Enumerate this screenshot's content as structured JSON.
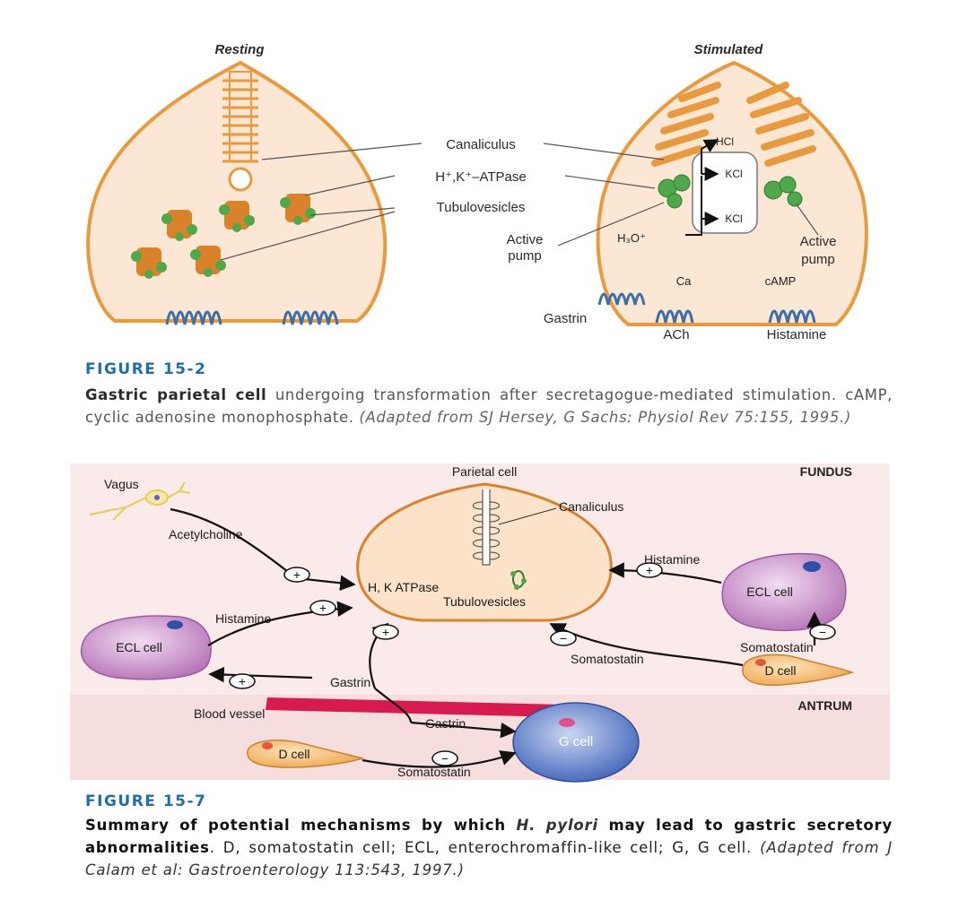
{
  "fig1": {
    "resting_title": "Resting",
    "stimulated_title": "Stimulated",
    "labels": {
      "canaliculus": "Canaliculus",
      "atpase": "H⁺,K⁺–ATPase",
      "tubulovesicles": "Tubulovesicles",
      "active": "Active",
      "pump": "pump",
      "active_r": "Active",
      "pump_r": "pump",
      "hcl_top": "HCl",
      "kcl_1": "KCl",
      "kcl_2": "KCl",
      "h3o": "H₃O⁺",
      "ca": "Ca",
      "camp": "cAMP",
      "gastrin": "Gastrin",
      "ach": "ACh",
      "histamine": "Histamine"
    },
    "caption": {
      "figure_number": "FIGURE 15-2",
      "bold": "Gastric parietal cell",
      "text": " undergoing transformation after secretagogue-mediated stimulation. cAMP, cyclic adenosine monophosphate. ",
      "italic": "(Adapted from SJ Hersey, G Sachs: Physiol Rev 75:155, 1995.)"
    }
  },
  "fig2": {
    "labels": {
      "parietal_cell": "Parietal cell",
      "fundus": "FUNDUS",
      "antrum": "ANTRUM",
      "vagus": "Vagus",
      "acetylcholine": "Acetylcholine",
      "canaliculus": "Canaliculus",
      "histamine_right": "Histamine",
      "histamine_left": "Histamine",
      "hk_atpase": "H, K ATPase",
      "tubulovesicles": "Tubulovesicles",
      "ecl_left": "ECL cell",
      "ecl_right": "ECL cell",
      "somatostatin_right": "Somatostatin",
      "somatostatin_mid": "Somatostatin",
      "somatostatin_bottom": "Somatostatin",
      "d_cell_right": "D cell",
      "d_cell_bottom": "D cell",
      "gastrin_mid": "Gastrin",
      "gastrin_bottom": "Gastrin",
      "blood_vessel": "Blood vessel",
      "g_cell": "G cell",
      "plus": "+",
      "minus": "−"
    },
    "caption": {
      "figure_number": "FIGURE 15-7",
      "bold_1": "Summary of potential mechanisms by which ",
      "bold_italic": "H. pylori",
      "bold_2": " may lead to gastric secretory abnormalities",
      "text": ". D, somatostatin cell; ECL, enterochromaffin-like cell; G, G cell. ",
      "italic": "(Adapted from J Calam et al: Gastroenterology 113:543, 1997.)"
    }
  },
  "colors": {
    "cell_fill": "#fbe7d3",
    "cell_outline": "#e89a3c",
    "vesicle_green": "#4fa84a",
    "panel_pink": "#fbeaea",
    "ecl_purple": "#c985c8",
    "g_cell_blue": "#4d72c4",
    "d_cell_orange": "#f0b15e",
    "blood_red": "#d81b4f",
    "figure_blue": "#1d6fa8"
  }
}
